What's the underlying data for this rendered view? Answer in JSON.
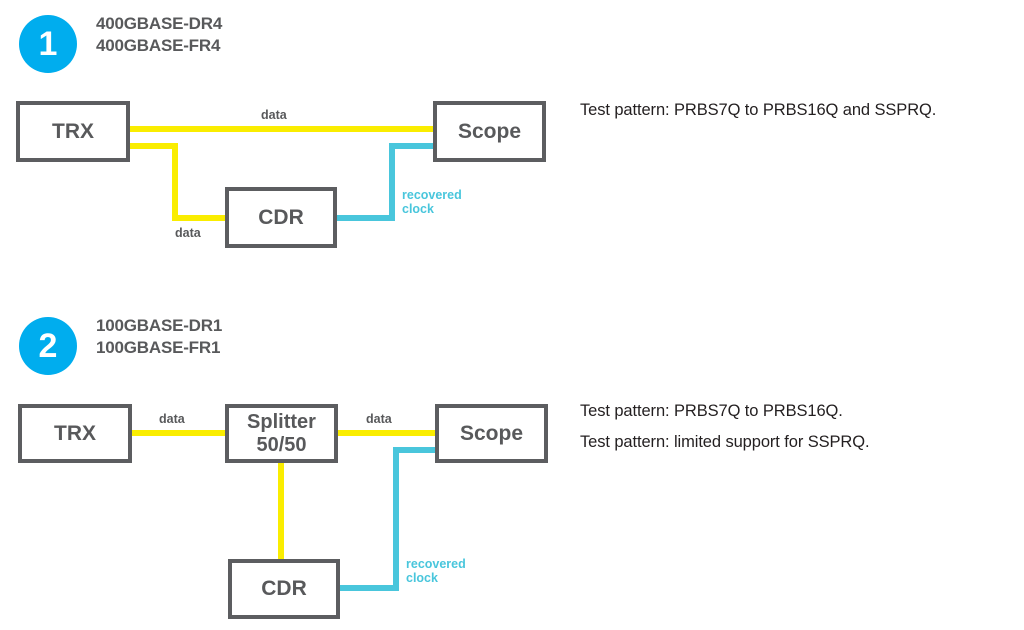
{
  "sections": [
    {
      "badge": "1",
      "title_line1": "400GBASE-DR4",
      "title_line2": "400GBASE-FR4",
      "blocks": {
        "trx": "TRX",
        "scope": "Scope",
        "cdr": "CDR"
      },
      "labels": {
        "data_top": "data",
        "data_bottom": "data",
        "recovered_clock": "recovered\nclock"
      },
      "notes": [
        "Test pattern: PRBS7Q to PRBS16Q and SSPRQ."
      ]
    },
    {
      "badge": "2",
      "title_line1": "100GBASE-DR1",
      "title_line2": "100GBASE-FR1",
      "blocks": {
        "trx": "TRX",
        "splitter_line1": "Splitter",
        "splitter_line2": "50/50",
        "scope": "Scope",
        "cdr": "CDR"
      },
      "labels": {
        "data_left": "data",
        "data_right": "data",
        "recovered_clock": "recovered\nclock"
      },
      "notes": [
        "Test pattern: PRBS7Q to PRBS16Q.",
        "Test pattern: limited support for SSPRQ."
      ]
    }
  ],
  "colors": {
    "badge": "#00ADEE",
    "data_wire": "#FAED00",
    "clock_wire": "#49C6DC",
    "box_border": "#5C5D60",
    "text": "#58595B"
  }
}
